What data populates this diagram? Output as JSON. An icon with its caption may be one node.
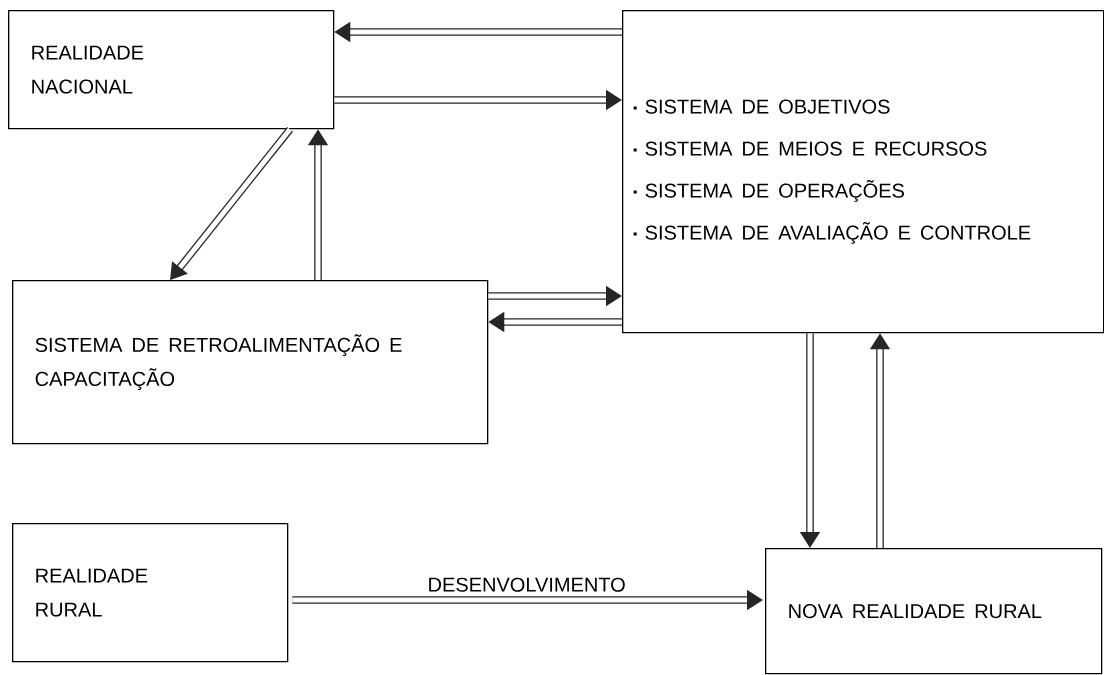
{
  "diagram": {
    "nodes": [
      {
        "text": [
          "REALIDADE NACIONAL"
        ]
      },
      {
        "text": [
          "SISTEMA DE OBJETIVOS",
          "SISTEMA DE MEIOS E RECURSOS",
          "SISTEMA DE OPERAÇÕES",
          "SISTEMA DE AVALIAÇÃO E CONTROLE"
        ]
      },
      {
        "text": [
          "SISTEMA DE RETROALIMENTAÇÃO E CAPACITAÇÃO"
        ]
      },
      {
        "text": [
          "REALIDADE RURAL"
        ]
      },
      {
        "text": [
          "NOVA REALIDADE RURAL"
        ]
      }
    ],
    "edges": [
      {
        "from": 1,
        "to": 0,
        "arrow": "to"
      },
      {
        "from": 0,
        "to": 1,
        "arrow": "to"
      },
      {
        "from": 0,
        "to": 2,
        "arrow": "to"
      },
      {
        "from": 2,
        "to": 0,
        "arrow": "to"
      },
      {
        "from": 2,
        "to": 1,
        "arrow": "to"
      },
      {
        "from": 1,
        "to": 2,
        "arrow": "to"
      },
      {
        "from": 1,
        "to": 4,
        "arrow": "to"
      },
      {
        "from": 4,
        "to": 1,
        "arrow": "to"
      },
      {
        "from": 3,
        "to": 4,
        "label": "DESENVOLVIMENTO",
        "arrow": "to"
      }
    ]
  }
}
